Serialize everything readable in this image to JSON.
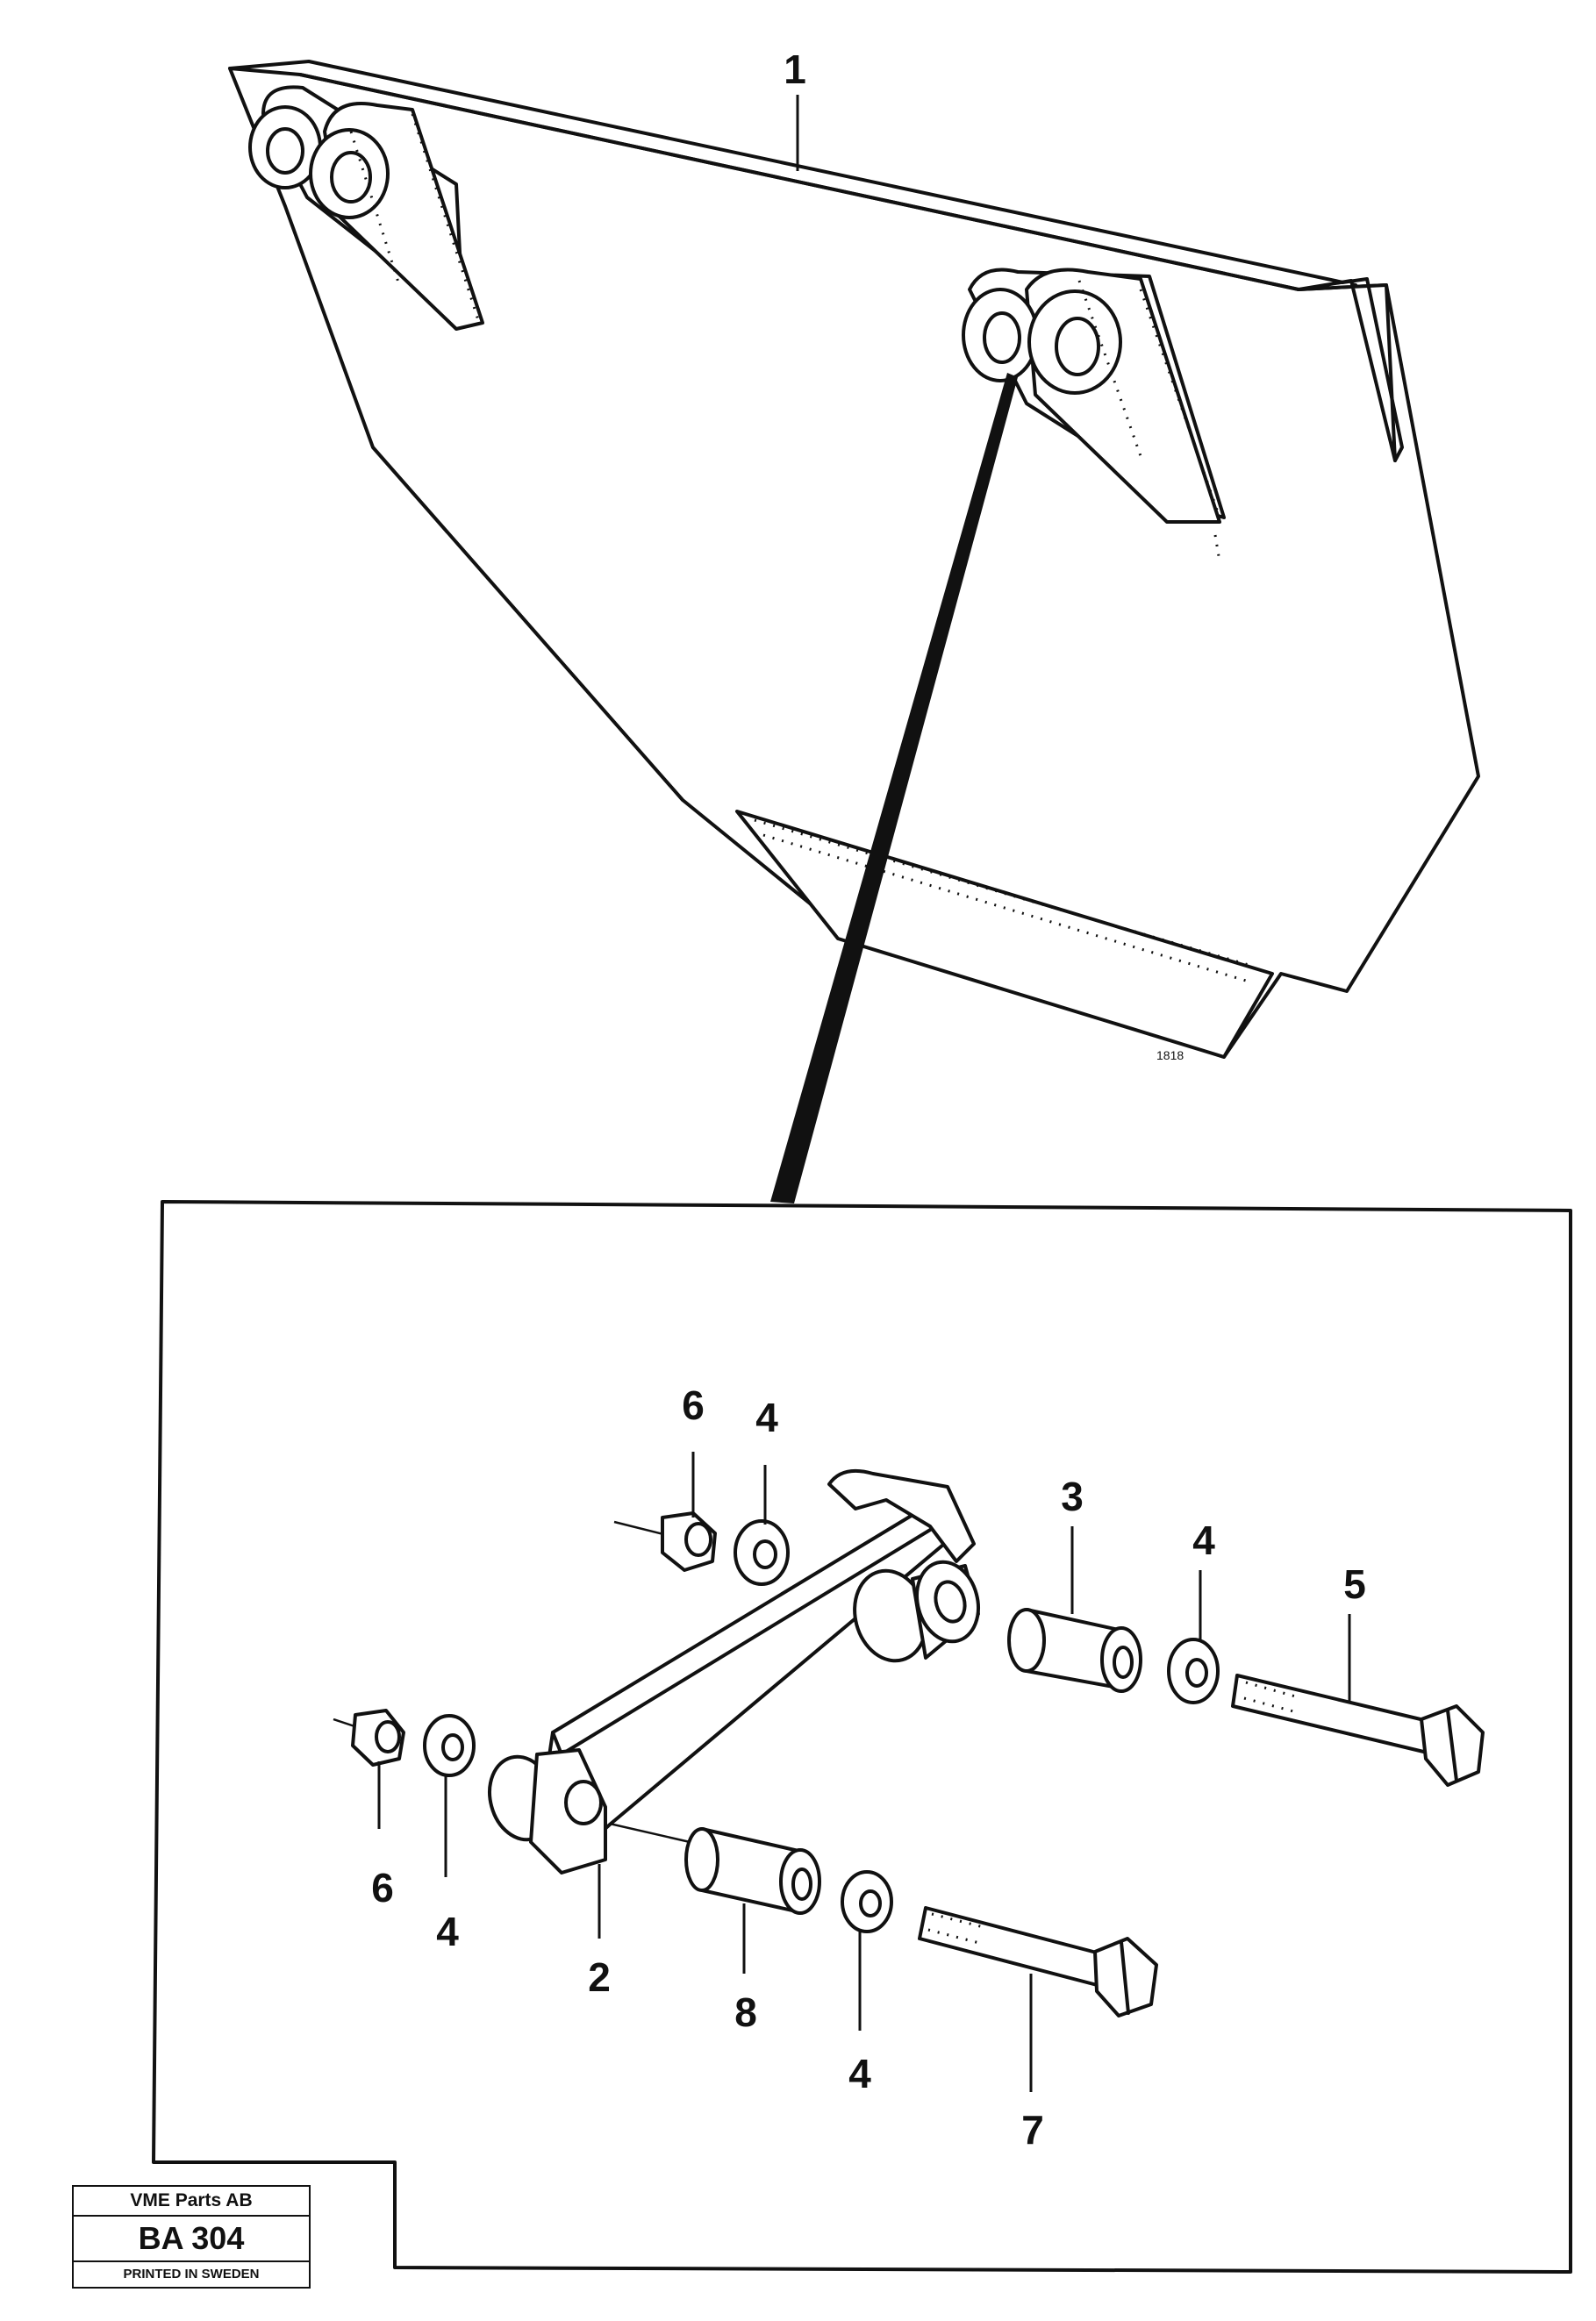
{
  "callouts": {
    "part1": "1",
    "part2": "2",
    "part3": "3",
    "part4_a": "4",
    "part4_b": "4",
    "part4_c": "4",
    "part4_d": "4",
    "part5": "5",
    "part6_a": "6",
    "part6_b": "6",
    "part7": "7",
    "part8": "8"
  },
  "drawing_mark": "1818",
  "title_block": {
    "company": "VME Parts AB",
    "code": "BA 304",
    "printed": "PRINTED IN SWEDEN"
  }
}
